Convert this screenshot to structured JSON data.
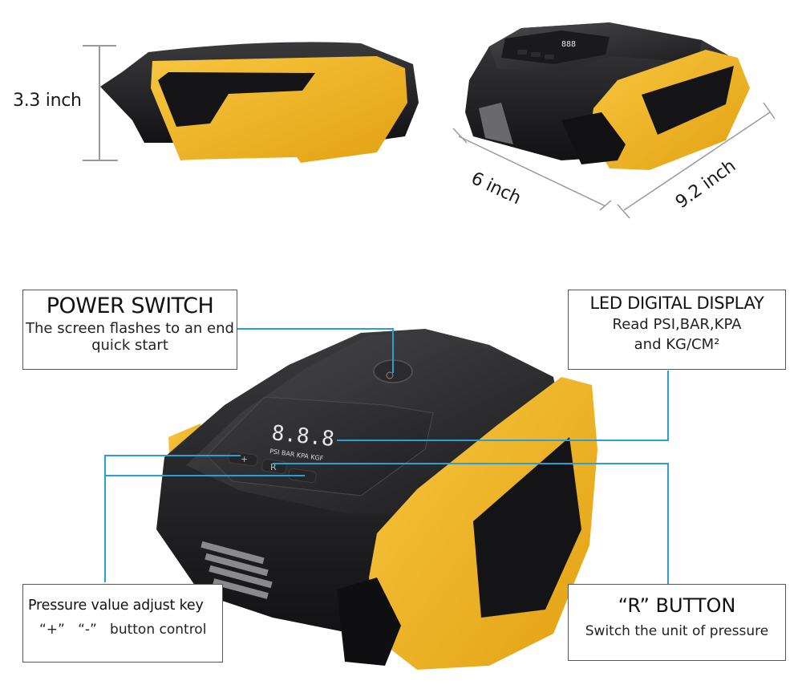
{
  "dimensions": {
    "height": "3.3 inch",
    "width": "6 inch",
    "length": "9.2 inch"
  },
  "callouts": {
    "power_switch": {
      "title": "POWER SWITCH",
      "lines": [
        "The screen flashes to an end",
        "quick start"
      ]
    },
    "led_display": {
      "title": "LED DIGITAL DISPLAY",
      "lines": [
        "Read PSI,BAR,KPA",
        "and KG/CM²"
      ]
    },
    "pressure_key": {
      "title": "Pressure value adjust key",
      "lines": [
        "“+”   “-”   button control"
      ]
    },
    "r_button": {
      "title": "“R”  BUTTON",
      "lines": [
        "Switch the unit of pressure"
      ]
    }
  },
  "device": {
    "display_digits": "8.8.8",
    "units": [
      "PSI",
      "BAR",
      "KPA",
      "KGF"
    ],
    "buttons": [
      "+",
      "R",
      "−"
    ]
  },
  "colors": {
    "body_black": "#1c1c1e",
    "body_yellow": "#f2b31c",
    "leader_line": "#2a9fd6",
    "dimension_line": "#9a9a9a",
    "box_border": "#555555"
  }
}
